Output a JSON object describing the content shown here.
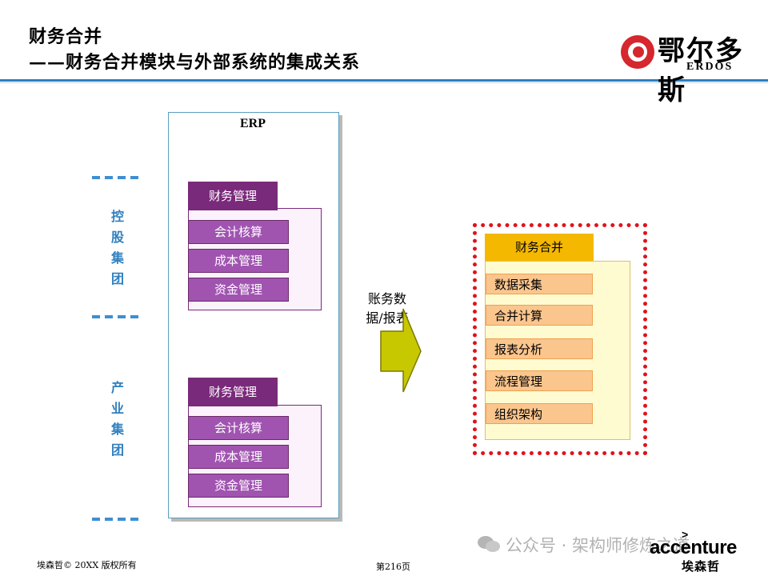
{
  "header": {
    "title": "财务合并",
    "subtitle": "——财务合并模块与外部系统的集成关系",
    "logo_cn": "鄂尔多斯",
    "logo_en": "ERDOS",
    "accent_color": "#2f7fbf"
  },
  "groups": {
    "holding": "控股集团",
    "industry": "产业集团"
  },
  "erp": {
    "label": "ERP",
    "modules": [
      {
        "head": "财务管理",
        "items": [
          "会计核算",
          "成本管理",
          "资金管理"
        ]
      },
      {
        "head": "财务管理",
        "items": [
          "会计核算",
          "成本管理",
          "资金管理"
        ]
      }
    ]
  },
  "flow": {
    "label_line1": "账务数",
    "label_line2": "据/报表",
    "arrow_color": "#c8c800"
  },
  "consolidation": {
    "head": "财务合并",
    "items": [
      "数据采集",
      "合并计算",
      "报表分析",
      "流程管理",
      "组织架构"
    ],
    "border_color": "#e0131a"
  },
  "footer": {
    "copyright": "埃森哲©  20XX 版权所有",
    "page": "第216页",
    "watermark": "公众号 · 架构师修炼之道",
    "brand": "accenture",
    "brand_mark": ">",
    "brand_cn": "埃森哲"
  }
}
